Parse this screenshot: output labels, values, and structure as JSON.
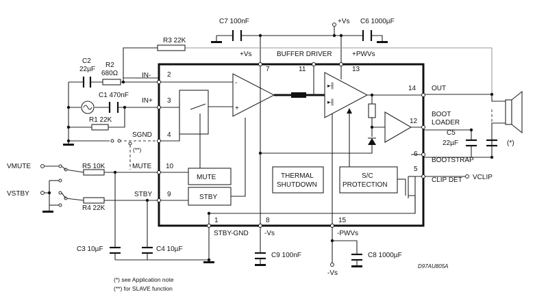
{
  "chip": {
    "pins": {
      "p1": "1",
      "p2": "2",
      "p3": "3",
      "p4": "4",
      "p5": "5",
      "p6": "6",
      "p7": "7",
      "p8": "8",
      "p9": "9",
      "p10": "10",
      "p11": "11",
      "p12": "12",
      "p13": "13",
      "p14": "14",
      "p15": "15"
    },
    "pin_labels": {
      "in_minus": "IN-",
      "in_plus": "IN+",
      "sgnd": "SGND",
      "mute": "MUTE",
      "stby": "STBY",
      "vs_top": "+Vs",
      "buffer_driver": "BUFFER DRIVER",
      "pwvs_top": "+PWVs",
      "out": "OUT",
      "boot_loader_1": "BOOT",
      "boot_loader_2": "LOADER",
      "bootstrap": "BOOTSTRAP",
      "clip_det": "CLIP DET",
      "stby_gnd": "STBY-GND",
      "vs_bottom": "-Vs",
      "pwvs_bottom": "-PWVs"
    },
    "blocks": {
      "mute": "MUTE",
      "stby": "STBY",
      "thermal_1": "THERMAL",
      "thermal_2": "SHUTDOWN",
      "sc_1": "S/C",
      "sc_2": "PROTECTION"
    }
  },
  "components": {
    "c7": "C7 100nF",
    "vs_top_rail": "+Vs",
    "c6": "C6 1000µF",
    "r3": "R3 22K",
    "c2a": "C2",
    "c2b": "22µF",
    "r2a": "R2",
    "r2b": "680Ω",
    "c1": "C1 470nF",
    "r1": "R1 22K",
    "c5a": "C5",
    "c5b": "22µF",
    "r5": "R5 10K",
    "r4": "R4 22K",
    "c3": "C3 10µF",
    "c4": "C4 10µF",
    "c9": "C9 100nF",
    "c8": "C8 1000µF",
    "vs_bottom_rail": "-Vs"
  },
  "external": {
    "vmute": "VMUTE",
    "vstby": "VSTBY",
    "vclip": "VCLIP",
    "speaker_note": "(*)",
    "slave_mark": "(**)"
  },
  "notes": {
    "line1": "(*) see Application note",
    "line2": "(**) for SLAVE function",
    "code": "D97AU805A"
  }
}
